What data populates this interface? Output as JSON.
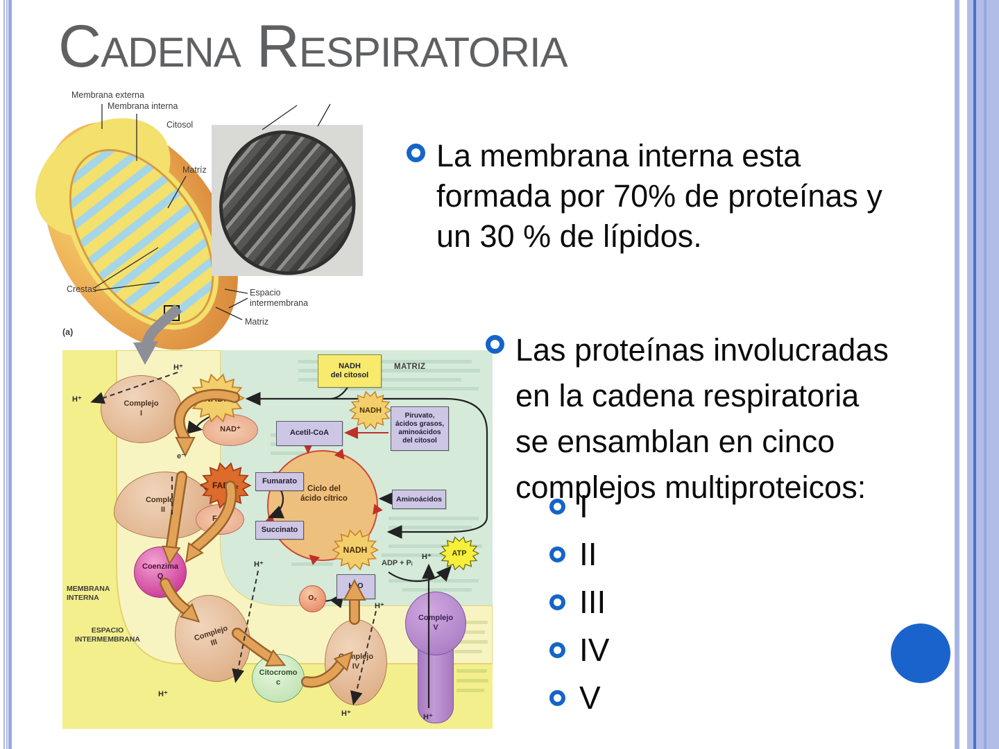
{
  "theme": {
    "accent_blue": "#1565c9",
    "title_gray": "#5f6062",
    "circle_blue": "#1b63cc",
    "edge_light": "#a9b6e5",
    "edge_band": "#b1bde7",
    "edge_dark": "#4b72c6",
    "edge_mid": "#97a8e0"
  },
  "slide": {
    "title": "Cadena Respiratoria"
  },
  "content": {
    "bullet1": "La membrana interna esta\nformada por 70% de proteínas y\nun 30 % de lípidos.",
    "bullet2": "Las proteínas involucradas\nen la cadena respiratoria\nse ensamblan en cinco\ncomplejos multiproteicos:",
    "complex_list": [
      "I",
      "II",
      "III",
      "IV",
      "V"
    ]
  },
  "mito_figure": {
    "membrana_externa": "Membrana externa",
    "membrana_interna": "Membrana interna",
    "citosol": "Citosol",
    "matriz_top": "Matríz",
    "crestas": "Crestas",
    "espacio_intermembrana": "Espacio\nintermembrana",
    "matriz_bottom": "Matriz",
    "panel_label": "(a)"
  },
  "chain_diagram": {
    "matrix_label": "MATRIZ",
    "membrana_interna": "MEMBRANA\nINTERNA",
    "espacio_intermembrana": "ESPACIO\nINTERMEMBRANA",
    "boxes": {
      "nadh_citosol": "NADH\ndel citosol",
      "acetil_coa": "Acetil-CoA",
      "piruvato": "Piruvato,\nácidos grasos,\naminoácidos\ndel citosol",
      "fumarato": "Fumarato",
      "succinato": "Succinato",
      "aminoacidos": "Aminoácidos",
      "h2o": "H₂O"
    },
    "bursts": {
      "nadh": "NADH",
      "fadh2": "FADH₂",
      "atp": "ATP"
    },
    "nodes": {
      "complejo1": "Complejo\nI",
      "complejo2": "Complejo\nII",
      "complejo3": "Complejo\nIII",
      "complejo4": "Complejo\nIV",
      "complejo5": "Complejo\nV",
      "coenzima_q": "Coenzima\nQ",
      "citocromo_c": "Citocromo\nc",
      "nad": "NAD⁺",
      "fad": "FAD",
      "o2": "O₂",
      "ciclo": "Ciclo del\nácido cítrico"
    },
    "labels": {
      "adp_pi": "ADP + Pᵢ",
      "electron": "e⁻",
      "h_plus": "H⁺"
    }
  }
}
